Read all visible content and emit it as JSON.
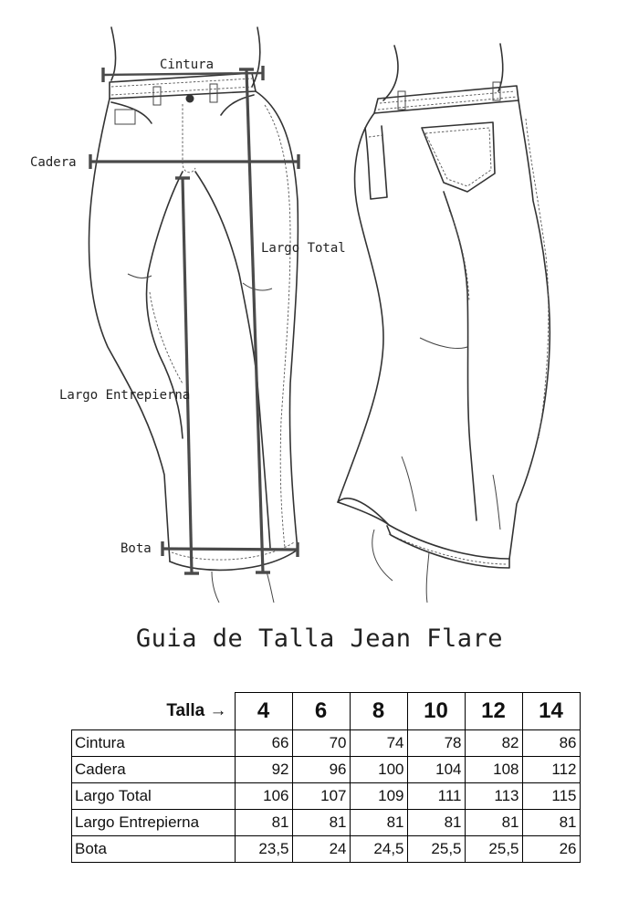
{
  "measure_labels": {
    "cintura": "Cintura",
    "cadera": "Cadera",
    "largo_total": "Largo Total",
    "largo_entrepierna": "Largo Entrepierna",
    "bota": "Bota"
  },
  "title": "Guia de Talla Jean Flare",
  "table": {
    "header_label": "Talla →",
    "sizes": [
      "4",
      "6",
      "8",
      "10",
      "12",
      "14"
    ],
    "rows": [
      {
        "label": "Cintura",
        "values": [
          "66",
          "70",
          "74",
          "78",
          "82",
          "86"
        ]
      },
      {
        "label": "Cadera",
        "values": [
          "92",
          "96",
          "100",
          "104",
          "108",
          "112"
        ]
      },
      {
        "label": "Largo Total",
        "values": [
          "106",
          "107",
          "109",
          "111",
          "113",
          "115"
        ]
      },
      {
        "label": "Largo Entrepierna",
        "values": [
          "81",
          "81",
          "81",
          "81",
          "81",
          "81"
        ]
      },
      {
        "label": "Bota",
        "values": [
          "23,5",
          "24",
          "24,5",
          "25,5",
          "25,5",
          "26"
        ]
      }
    ]
  }
}
